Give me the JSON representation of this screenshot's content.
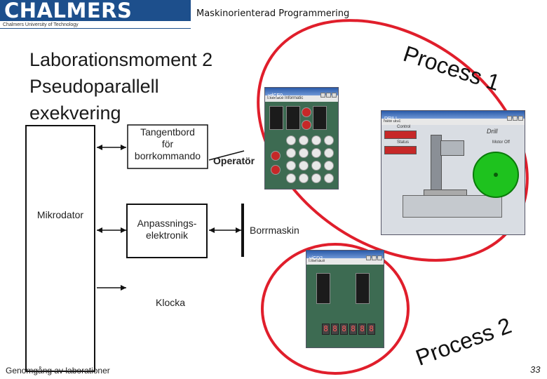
{
  "header": {
    "logo": "CHALMERS",
    "logo_sub": "Chalmers University of Technology",
    "course": "Maskinorienterad Programmering"
  },
  "slide": {
    "title_lines": [
      "Laborationsmoment 2",
      "Pseudoparallell",
      "exekvering"
    ],
    "keyboard_label_lines": [
      "Tangentbord",
      "för",
      "borrkommando"
    ],
    "operator_label": "Operatör",
    "mikro_label": "Mikrodator",
    "anpass_label_lines": [
      "Anpassnings-",
      "elektronik"
    ],
    "borr_label": "Borrmaskin",
    "clock_label": "Klocka",
    "process1": "Process 1",
    "process2": "Process 2"
  },
  "windows": {
    "keypad": {
      "title": "ydCE0",
      "menu": "Interface   Informatic"
    },
    "drill": {
      "title": "DRILL",
      "menu": "New disc",
      "drill_label": "Drill",
      "motor_label": "Motor Off",
      "status_label": "Status",
      "control_label": "Control"
    },
    "display": {
      "title": "yiCD2",
      "menu": "Interface",
      "digits": "888888"
    }
  },
  "footer": {
    "text": "Genomgång av laborationer",
    "page": "33"
  },
  "colors": {
    "brand": "#1d4f8c",
    "circle": "#e01e2b",
    "pcb": "#3d6b52",
    "disc": "#1ec21e"
  }
}
